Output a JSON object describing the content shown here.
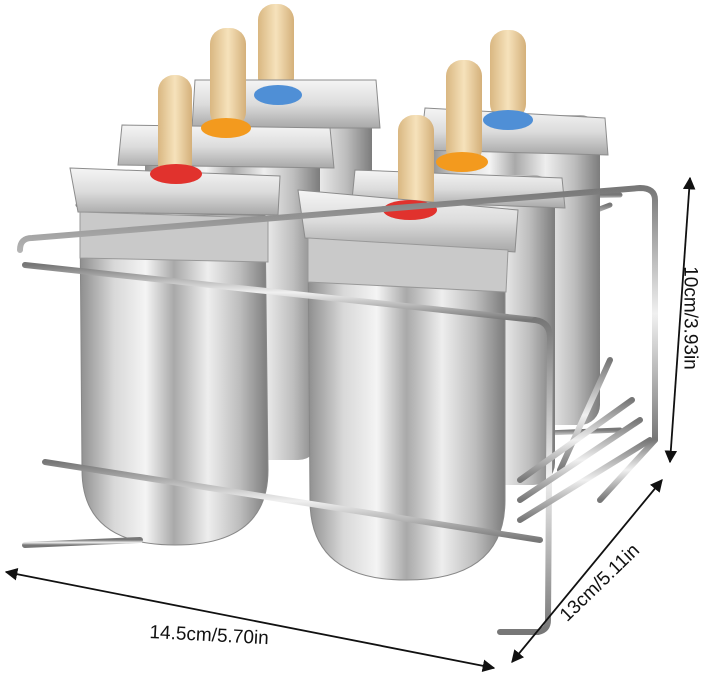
{
  "dimensions": {
    "width": "14.5cm/5.70in",
    "height": "10cm/3.93in",
    "depth": "13cm/5.11in"
  },
  "colors": {
    "background": "#ffffff",
    "steel_light": "#e6e6e6",
    "steel_dark": "#8a8a8a",
    "stick": "#ecd2a2",
    "ring_red": "#e1322d",
    "ring_orange": "#f39a1e",
    "ring_blue": "#4f8fd6",
    "dimension_line": "#111111"
  },
  "product": {
    "mold_count": 6,
    "ring_colors": [
      "blue",
      "orange",
      "red",
      "blue",
      "orange",
      "red"
    ]
  }
}
